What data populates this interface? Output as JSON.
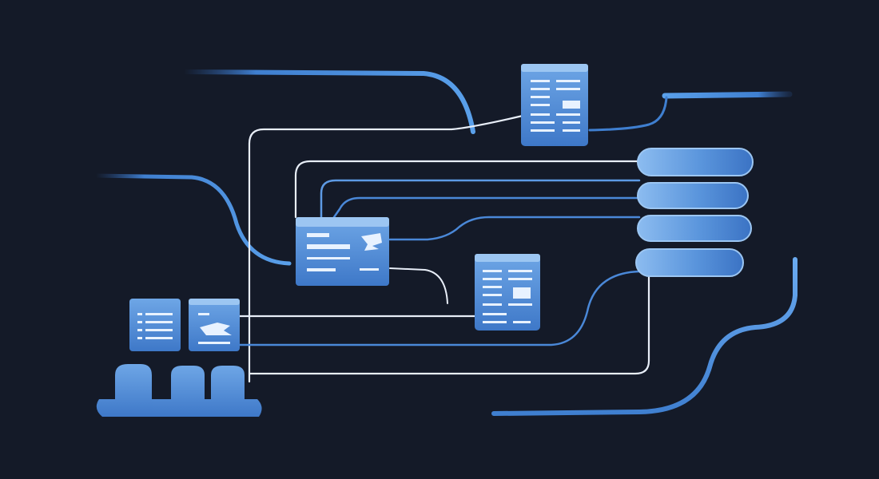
{
  "diagram": {
    "kind": "data-flow-illustration",
    "labels": [],
    "nodes": [
      {
        "id": "doc-top",
        "icon": "document-icon"
      },
      {
        "id": "window-middle",
        "icon": "browser-window-icon"
      },
      {
        "id": "doc-center",
        "icon": "document-icon"
      },
      {
        "id": "server-stack",
        "icon": "database-stack-icon",
        "slots": 4
      },
      {
        "id": "doc-left-a",
        "icon": "document-icon"
      },
      {
        "id": "doc-left-b",
        "icon": "document-icon"
      },
      {
        "id": "cloud-group",
        "icon": "cloud-icon",
        "count": 3
      }
    ],
    "links": [
      {
        "from": "window-middle",
        "to": "server-stack"
      },
      {
        "from": "window-middle",
        "to": "doc-center"
      },
      {
        "from": "doc-left-b",
        "to": "doc-center"
      },
      {
        "from": "doc-left-b",
        "to": "server-stack"
      },
      {
        "from": "cloud-group",
        "to": "server-stack"
      },
      {
        "from": "doc-top",
        "to": "server-stack"
      }
    ]
  },
  "colors": {
    "background": "#141a28",
    "accent": "#3f7fd0",
    "accent_light": "#8cbcf0",
    "accent_dark": "#2e5fa8",
    "line_white": "#e8eef8"
  }
}
